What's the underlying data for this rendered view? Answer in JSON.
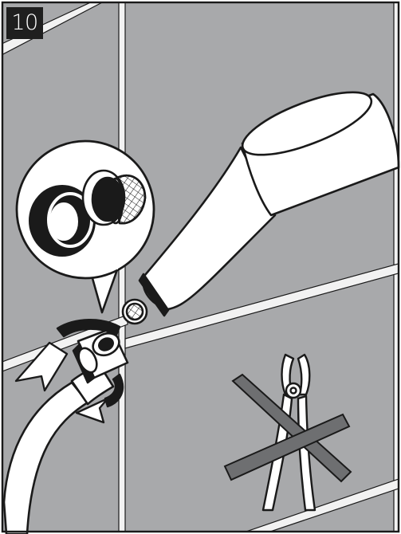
{
  "step": {
    "number": "10"
  },
  "colors": {
    "wall": "#a8a9ab",
    "grout": "#f2f2f2",
    "outline": "#1a1a1a",
    "badge": "#1f1f1f",
    "prohibition_cross": "#6e6f71",
    "part_fill": "#ffffff"
  },
  "figure": {
    "callout": [
      "sealing-washer",
      "filter-screen"
    ],
    "parts": [
      "hand-shower",
      "filter-screen",
      "hose-nut",
      "shower-hose"
    ],
    "turn_direction": "clockwise",
    "prohibited_tool": "pliers-icon"
  }
}
